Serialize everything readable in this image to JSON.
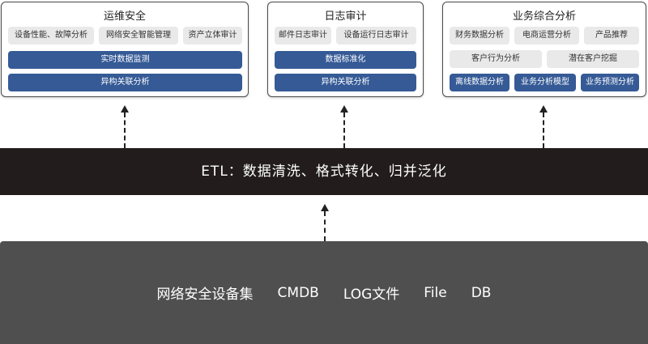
{
  "panels": {
    "ops": {
      "title": "运维安全",
      "tags": [
        "设备性能、故障分析",
        "网络安全智能管理",
        "资产立体审计"
      ],
      "bars": [
        "实时数据监测",
        "异构关联分析"
      ]
    },
    "log": {
      "title": "日志审计",
      "tags": [
        "邮件日志审计",
        "设备运行日志审计"
      ],
      "bars": [
        "数据标准化",
        "异构关联分析"
      ]
    },
    "biz": {
      "title": "业务综合分析",
      "row1": [
        "财务数据分析",
        "电商运营分析",
        "产品推荐"
      ],
      "row2": [
        "客户行为分析",
        "潜在客户挖掘"
      ],
      "row3": [
        "离线数据分析",
        "业务分析模型",
        "业务预测分析"
      ]
    }
  },
  "etl": {
    "label": "ETL：数据清洗、格式转化、归并泛化"
  },
  "sources": [
    "网络安全设备集",
    "CMDB",
    "LOG文件",
    "File",
    "DB"
  ],
  "colors": {
    "accent_blue": "#355a96",
    "etl_band": "#221c1c",
    "source_band": "#4f4f4f",
    "tag_bg": "#e9e9e9"
  }
}
